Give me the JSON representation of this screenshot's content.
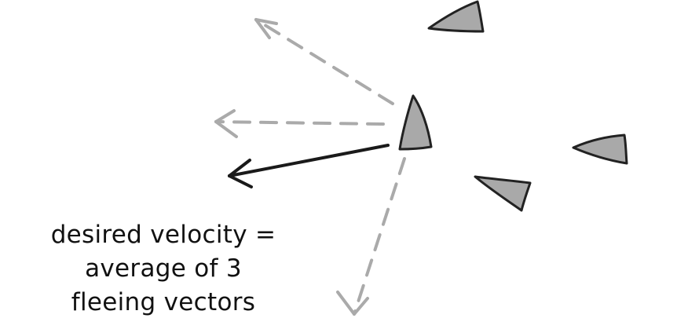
{
  "caption": {
    "line1": "desired velocity =",
    "line2": "average of 3",
    "line3": "fleeing vectors"
  },
  "colors": {
    "vehicle_fill": "#a9a9a9",
    "vehicle_stroke": "#222222",
    "flee_vector": "#aaaaaa",
    "desired_vector": "#1a1a1a",
    "text": "#111111"
  },
  "elements": {
    "center_vehicle": "vehicle-icon",
    "neighbor_vehicles": [
      "vehicle-icon",
      "vehicle-icon",
      "vehicle-icon"
    ],
    "flee_vectors": [
      "dashed-arrow",
      "dashed-arrow",
      "dashed-arrow"
    ],
    "desired_vector": "solid-arrow"
  }
}
